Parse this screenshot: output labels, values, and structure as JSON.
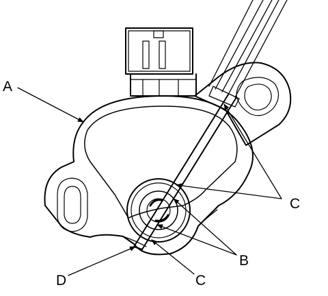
{
  "diagram": {
    "labels": {
      "a": "A",
      "b": "B",
      "c_upper": "C",
      "c_lower": "C",
      "d": "D"
    },
    "colors": {
      "ink": "#000000",
      "paper": "#ffffff"
    }
  }
}
